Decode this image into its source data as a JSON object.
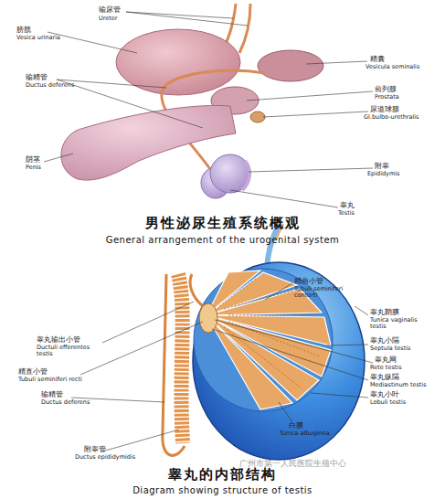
{
  "diagram": {
    "labels": [
      "输尿管",
      "Ureter",
      "膀胱",
      "Vesica urinaria",
      "输精管",
      "Ductus deferens",
      "阴茎",
      "Penis",
      "精囊",
      "Vesicula seminalis",
      "前列腺",
      "Prostata",
      "尿道球腺",
      "Gl.bulbo-urethralis",
      "附睾",
      "Epididymis",
      "睾丸",
      "Testis",
      "男性泌尿生殖系统概观",
      "General arrangement of the urogenital system",
      "精曲小管",
      "Tubuli seminiferi contorti",
      "睾丸鞘膜",
      "Tunica vaginalis testis",
      "睾丸小隔",
      "Septula testis",
      "睾丸网",
      "Rete testis",
      "睾丸纵隔",
      "Mediastinum testis",
      "睾丸小叶",
      "Lobuli testis",
      "白膜",
      "Tunica albuginea",
      "睾丸输出小管",
      "Ductuli efferentes testis",
      "精直小管",
      "Tubuli seminiferi recti",
      "输精管",
      "Ductus deferens",
      "附睾管",
      "Ductus epididymidis",
      "睾丸的内部结构",
      "Diagram showing structure of testis",
      "广州市第一人民医院生殖中心"
    ]
  }
}
